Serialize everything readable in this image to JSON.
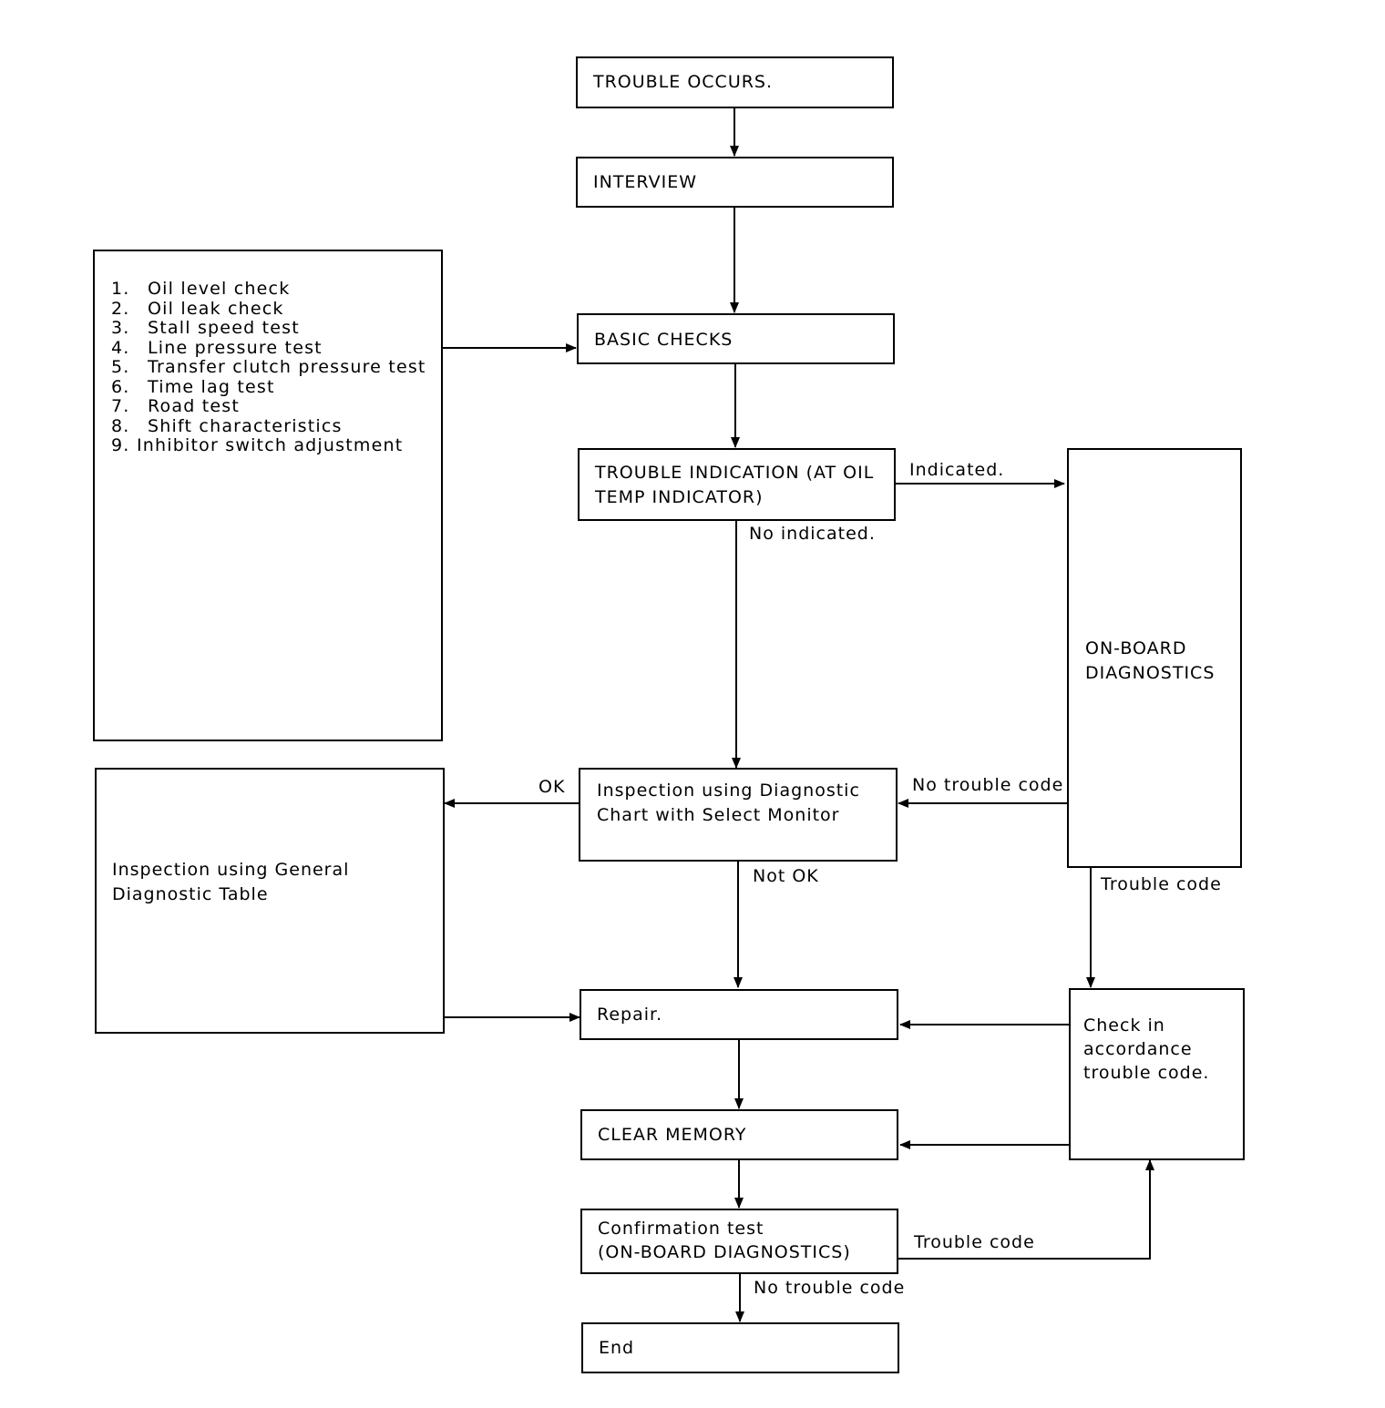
{
  "nodes": {
    "trouble_occurs": "TROUBLE OCCURS.",
    "interview": "INTERVIEW",
    "basic_checks": "BASIC CHECKS",
    "trouble_indication_line1": "TROUBLE INDICATION (AT OIL",
    "trouble_indication_line2": "TEMP INDICATOR)",
    "on_board_line1": "ON-BOARD",
    "on_board_line2": "DIAGNOSTICS",
    "inspection_select_line1": "Inspection using Diagnostic",
    "inspection_select_line2": "Chart with Select Monitor",
    "inspection_general_line1": "Inspection using General",
    "inspection_general_line2": "Diagnostic Table",
    "repair": "Repair.",
    "check_code_line1": "Check in",
    "check_code_line2": "accordance",
    "check_code_line3": "trouble code.",
    "clear_memory": "CLEAR MEMORY",
    "confirmation_line1": "Confirmation test",
    "confirmation_line2": "(ON-BOARD DIAGNOSTICS)",
    "end": "End"
  },
  "basic_check_items": [
    {
      "num": "1.",
      "text": "Oil level check"
    },
    {
      "num": "2.",
      "text": "Oil leak check"
    },
    {
      "num": "3.",
      "text": "Stall speed test"
    },
    {
      "num": "4.",
      "text": "Line pressure test"
    },
    {
      "num": "5.",
      "text": "Transfer clutch pressure test"
    },
    {
      "num": "6.",
      "text": "Time lag test"
    },
    {
      "num": "7.",
      "text": "Road test"
    },
    {
      "num": "8.",
      "text": "Shift characteristics"
    },
    {
      "num": "9.",
      "text": "Inhibitor switch adjustment"
    }
  ],
  "edge_labels": {
    "indicated": "Indicated.",
    "not_indicated": "No indicated.",
    "no_trouble_code": "No trouble code",
    "trouble_code_obd": "Trouble code",
    "ok": "OK",
    "not_ok": "Not OK",
    "trouble_code_confirm": "Trouble code",
    "no_trouble_code_confirm": "No trouble code"
  }
}
